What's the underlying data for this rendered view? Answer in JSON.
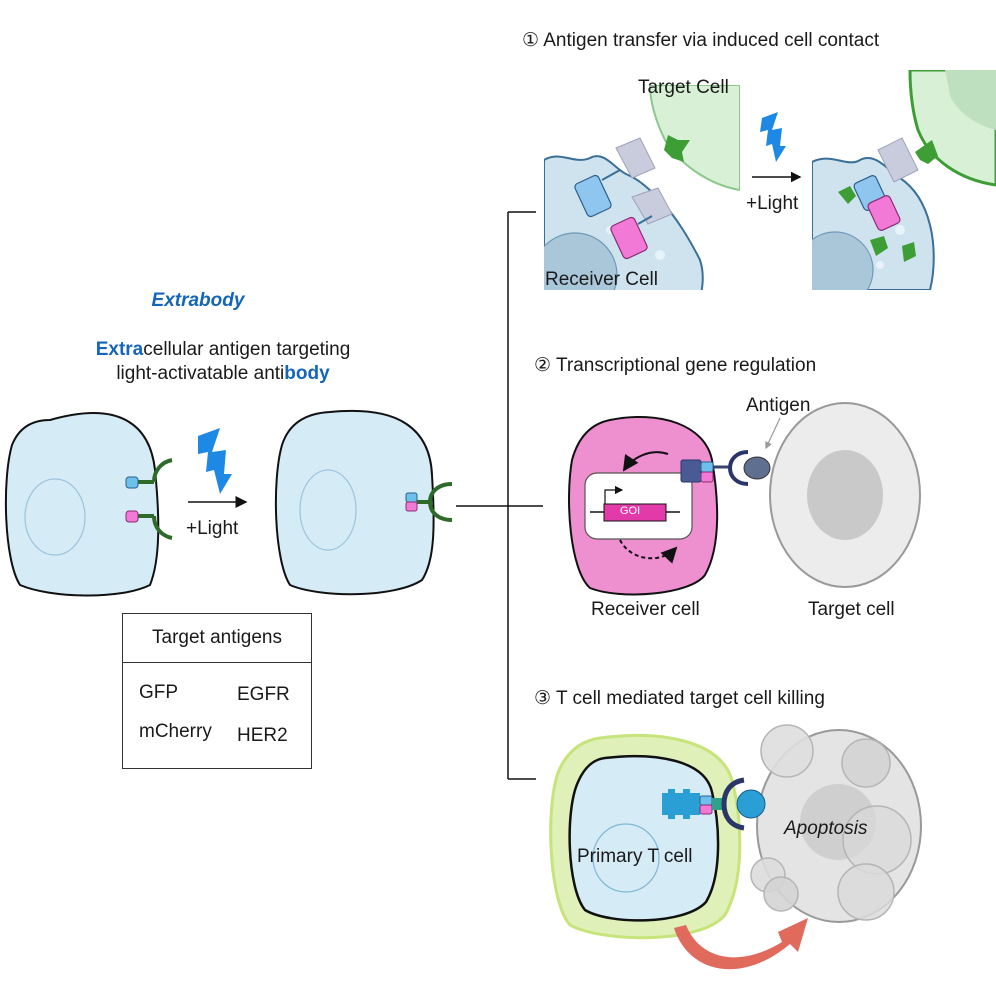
{
  "left_panel": {
    "title": "Extrabody",
    "subtitle": {
      "line1_bold": "Extra",
      "line1_rest": "cellular antigen targeting",
      "line2_rest": "light-activatable anti",
      "line2_bold": "body"
    },
    "light_label": "+Light",
    "target_antigens": {
      "header": "Target antigens",
      "items": [
        "GFP",
        "EGFR",
        "mCherry",
        "HER2"
      ]
    }
  },
  "panel1": {
    "heading": "① Antigen transfer via induced cell contact",
    "target_label": "Target Cell",
    "receiver_label": "Receiver Cell",
    "light_label": "+Light"
  },
  "panel2": {
    "heading": "② Transcriptional gene regulation",
    "antigen_label": "Antigen",
    "goi_label": "GOI",
    "receiver_label": "Receiver cell",
    "target_label": "Target cell"
  },
  "panel3": {
    "heading": "③ T cell mediated target cell killing",
    "tcell_label": "Primary T cell",
    "apoptosis_label": "Apoptosis"
  },
  "colors": {
    "cell_fill": "#d5ebf5",
    "accent_blue": "#1565b8",
    "lightning": "#1e88e5",
    "magenta_cell": "#ee8fd0",
    "binder_green": "#2e6b2a",
    "arrow_red": "#e06a5c"
  },
  "icons": [
    "lightning-icon",
    "arrow-right-icon",
    "curved-arrow-icon"
  ]
}
